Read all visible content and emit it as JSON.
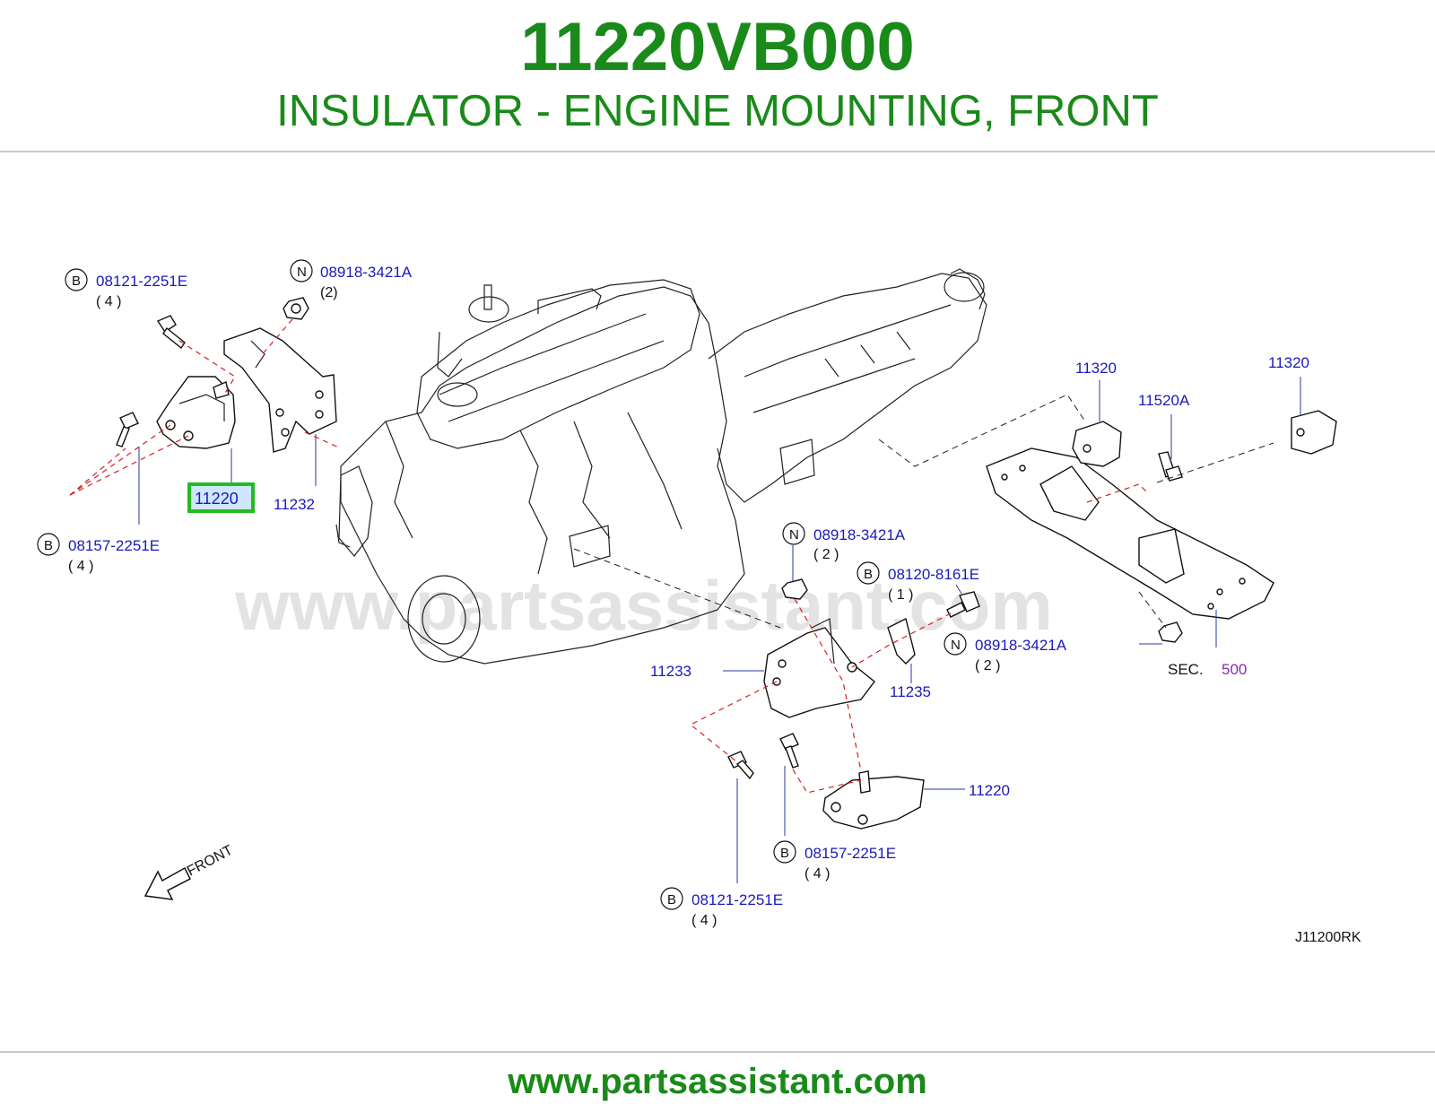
{
  "header": {
    "part_number": "11220VB000",
    "part_name": "INSULATOR - ENGINE MOUNTING, FRONT"
  },
  "diagram": {
    "highlighted_label": "11220",
    "labels": {
      "l_08121_a": "08121-2251E",
      "q_08121_a": "( 4 )",
      "l_08918_a": "08918-3421A",
      "q_08918_a": "(2)",
      "l_11232": "11232",
      "l_08157_a": "08157-2251E",
      "q_08157_a": "( 4 )",
      "l_11320_a": "11320",
      "l_11320_b": "11320",
      "l_11520a": "11520A",
      "l_08918_b": "08918-3421A",
      "q_08918_b": "( 2 )",
      "l_08120": "08120-8161E",
      "q_08120": "( 1 )",
      "l_08918_c": "08918-3421A",
      "q_08918_c": "( 2 )",
      "sec_text": "SEC.",
      "sec_num": "500",
      "l_11233": "11233",
      "l_11235": "11235",
      "l_11220_b": "11220",
      "l_08157_b": "08157-2251E",
      "q_08157_b": "( 4 )",
      "l_08121_b": "08121-2251E",
      "q_08121_b": "( 4 )",
      "front": "FRONT",
      "diagram_code": "J11200RK"
    },
    "circle_letters": {
      "b": "B",
      "n": "N"
    },
    "watermark": "www.partsassistant.com"
  },
  "footer": {
    "url": "www.partsassistant.com"
  },
  "colors": {
    "title_green": "#1a8a1a",
    "label_blue": "#1a1ab8",
    "sec_purple": "#8a2ab0",
    "highlight_green": "#22bb22",
    "dash_red": "#d62020"
  }
}
